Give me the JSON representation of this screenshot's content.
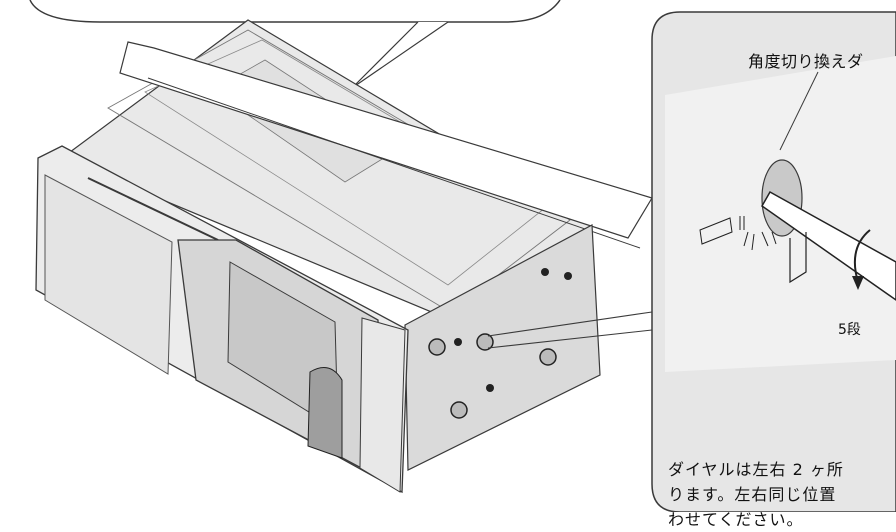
{
  "callout": {
    "title": "角度切り換えダ",
    "step_label": "5段",
    "note_lines": [
      "ダイヤルは左右 2 ヶ所",
      "ります。左右同じ位置",
      "わせてください。"
    ]
  },
  "colors": {
    "stroke": "#3a3a3a",
    "panel_fill": "#e6e6e6",
    "device_light": "#ececec",
    "device_mid": "#d6d6d6",
    "device_dark": "#bdbdbd"
  },
  "icons": [
    "screwdriver-icon",
    "rotation-arrow-icon",
    "angle-dial-icon",
    "cd-changer-illustration"
  ]
}
